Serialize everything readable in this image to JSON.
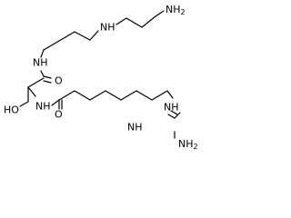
{
  "molecule": {
    "atoms": {
      "nh2_top": {
        "symbol": "NH",
        "sub": "2"
      },
      "nh_top_chain": {
        "symbol": "NH"
      },
      "nh_amide_upper": {
        "symbol": "NH"
      },
      "o_upper": {
        "symbol": "O"
      },
      "oh": {
        "symbol": "HO"
      },
      "nh_amide_lower": {
        "symbol": "NH"
      },
      "o_lower": {
        "symbol": "O"
      },
      "imine_nh": {
        "symbol": "NH"
      },
      "nh_guan": {
        "symbol": "NH"
      },
      "nh2_guan": {
        "symbol": "NH",
        "sub": "2"
      }
    },
    "bond_color": "#000000",
    "label_color": "#000000"
  }
}
